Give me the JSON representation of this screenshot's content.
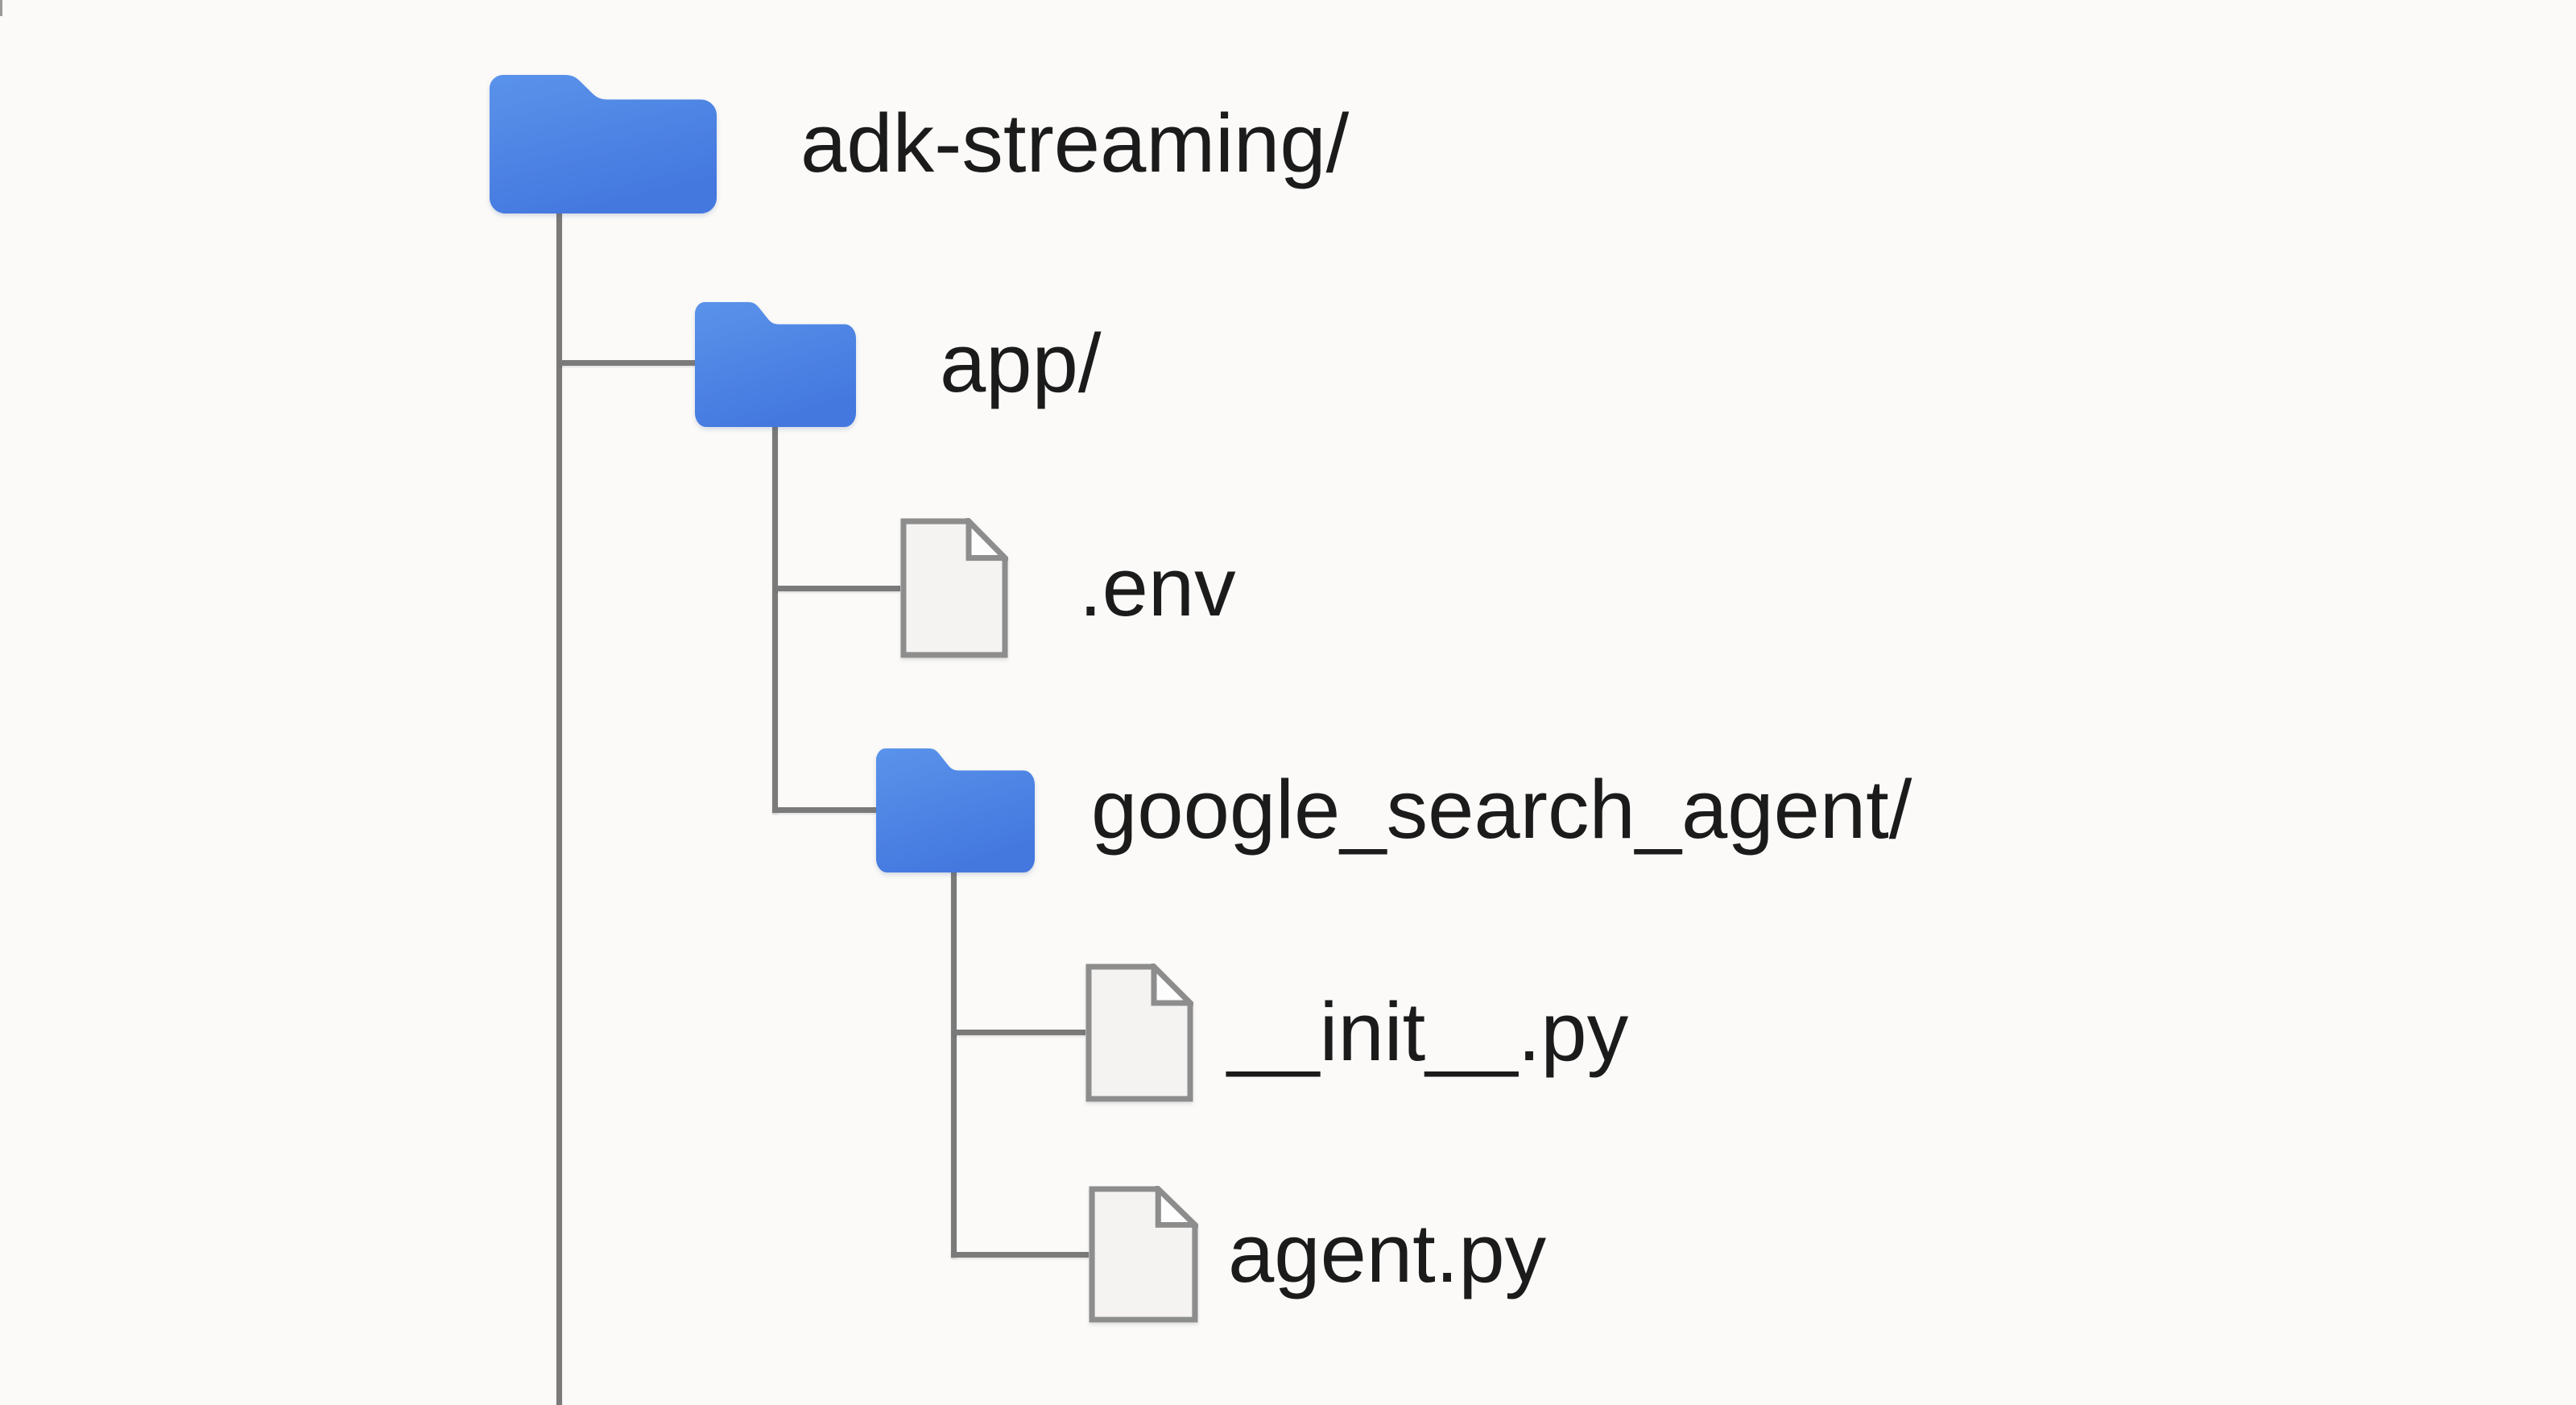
{
  "diagram": {
    "title": "project file tree",
    "background_color": "#fbfaf8",
    "line_color": "#7a7a7a",
    "text_color": "#1b1b1b",
    "folder_color": "#4a85e8",
    "folder_color_light": "#5a93ea",
    "folder_color_dark": "#4478df",
    "file_fill_color": "#f4f3f2",
    "file_border_color": "#8d8d8d"
  },
  "tree": {
    "nodes": [
      {
        "label": "adk-streaming/",
        "type": "folder",
        "depth": 0,
        "parent": null
      },
      {
        "label": "app/",
        "type": "folder",
        "depth": 1,
        "parent": "adk-streaming/"
      },
      {
        "label": ".env",
        "type": "file",
        "depth": 2,
        "parent": "app/"
      },
      {
        "label": "google_search_agent/",
        "type": "folder",
        "depth": 2,
        "parent": "app/"
      },
      {
        "label": "__init__.py",
        "type": "file",
        "depth": 3,
        "parent": "google_search_agent/"
      },
      {
        "label": "agent.py",
        "type": "file",
        "depth": 3,
        "parent": "google_search_agent/"
      }
    ]
  }
}
